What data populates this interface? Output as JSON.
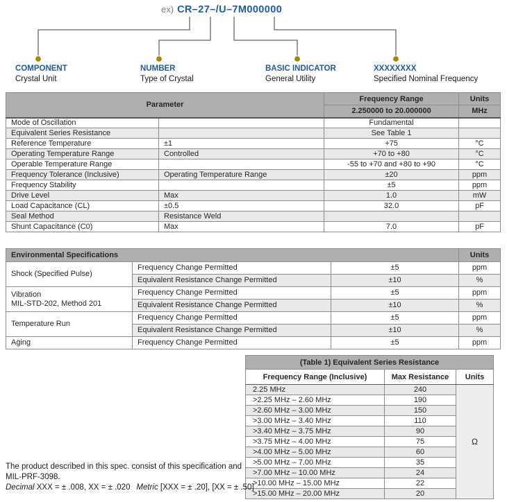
{
  "colors": {
    "accent_blue": "#1F5AA8",
    "dot_gold": "#A88600",
    "header_gray": "#AFAFAF",
    "stripe_gray": "#E9E9E9",
    "prefix_gray": "#7F7F7F"
  },
  "header_diagram": {
    "example_prefix": "ex)",
    "part_number": "CR–27–/U–7M000000",
    "labels": [
      {
        "title": "COMPONENT",
        "subtitle": "Crystal Unit"
      },
      {
        "title": "NUMBER",
        "subtitle": "Type of Crystal"
      },
      {
        "title": "BASIC INDICATOR",
        "subtitle": "General Utility"
      },
      {
        "title": "XXXXXXXX",
        "subtitle": "Specified Nominal Frequency"
      }
    ]
  },
  "parameter_table": {
    "header": {
      "parameter": "Parameter",
      "frequency_range": "Frequency Range",
      "range_value": "2.250000 to 20.000000",
      "units": "Units",
      "units_value": "MHz"
    },
    "rows": [
      {
        "name": "Mode of Oscillation",
        "condition": "",
        "value": "Fundamental",
        "unit": ""
      },
      {
        "name": "Equivalent Series Resistance",
        "condition": "",
        "value": "See Table 1",
        "unit": ""
      },
      {
        "name": "Reference Temperature",
        "condition": "±1",
        "value": "+75",
        "unit": "°C"
      },
      {
        "name": "Operating Temperature Range",
        "condition": "Controlled",
        "value": "+70 to +80",
        "unit": "°C"
      },
      {
        "name": "Operable Temperature Range",
        "condition": "",
        "value": "-55 to +70 and +80 to +90",
        "unit": "°C"
      },
      {
        "name": "Frequency Tolerance (Inclusive)",
        "condition": "Operating Temperature Range",
        "value": "±20",
        "unit": "ppm"
      },
      {
        "name": "Frequency Stability",
        "condition": "",
        "value": "±5",
        "unit": "ppm"
      },
      {
        "name": "Drive Level",
        "condition": "Max",
        "value": "1.0",
        "unit": "mW"
      },
      {
        "name": "Load Capacitance (CL)",
        "condition": "±0.5",
        "value": "32.0",
        "unit": "pF"
      },
      {
        "name": "Seal Method",
        "condition": "Resistance Weld",
        "value": "",
        "unit": ""
      },
      {
        "name": "Shunt Capacitance (C0)",
        "condition": "Max",
        "value": "7.0",
        "unit": "pF"
      }
    ]
  },
  "environmental_table": {
    "title": "Environmental Specifications",
    "units_header": "Units",
    "groups": [
      {
        "name": "Shock (Specified Pulse)",
        "name_line2": "",
        "rows": [
          {
            "description": "Frequency Change Permitted",
            "value": "±5",
            "unit": "ppm"
          },
          {
            "description": "Equivalent Resistance Change Permitted",
            "value": "±10",
            "unit": "%"
          }
        ]
      },
      {
        "name": "Vibration",
        "name_line2": "MIL-STD-202, Method 201",
        "rows": [
          {
            "description": "Frequency Change Permitted",
            "value": "±5",
            "unit": "ppm"
          },
          {
            "description": "Equivalent Resistance Change Permitted",
            "value": "±10",
            "unit": "%"
          }
        ]
      },
      {
        "name": "Temperature Run",
        "name_line2": "",
        "rows": [
          {
            "description": "Frequency Change Permitted",
            "value": "±5",
            "unit": "ppm"
          },
          {
            "description": "Equivalent Resistance Change Permitted",
            "value": "±10",
            "unit": "%"
          }
        ]
      },
      {
        "name": "Aging",
        "name_line2": "",
        "rows": [
          {
            "description": "Frequency Change Permitted",
            "value": "±5",
            "unit": "ppm"
          }
        ]
      }
    ]
  },
  "esr_table": {
    "title": "(Table 1) Equivalent Series Resistance",
    "columns": [
      "Frequency Range (Inclusive)",
      "Max Resistance",
      "Units"
    ],
    "unit_symbol": "Ω",
    "rows": [
      {
        "range": "2.25 MHz",
        "max_resistance": "240"
      },
      {
        "range": ">2.25 MHz – 2.60 MHz",
        "max_resistance": "190"
      },
      {
        "range": ">2.60 MHz – 3.00 MHz",
        "max_resistance": "150"
      },
      {
        "range": ">3.00 MHz – 3.40 MHz",
        "max_resistance": "110"
      },
      {
        "range": ">3.40 MHz – 3.75 MHz",
        "max_resistance": "90"
      },
      {
        "range": ">3.75 MHz – 4.00 MHz",
        "max_resistance": "75"
      },
      {
        "range": ">4.00 MHz – 5.00 MHz",
        "max_resistance": "60"
      },
      {
        "range": ">5.00 MHz – 7.00 MHz",
        "max_resistance": "35"
      },
      {
        "range": ">7.00 MHz – 10.00 MHz",
        "max_resistance": "24"
      },
      {
        "range": ">10.00 MHz – 15.00 MHz",
        "max_resistance": "22"
      },
      {
        "range": ">15.00 MHz – 20.00 MHz",
        "max_resistance": "20"
      }
    ]
  },
  "footnote": {
    "line1": "The product described in this spec. consist of this specification and",
    "line2": "MIL-PRF-3098.",
    "decimal_label": "Decimal",
    "decimal_text": " XXX = ± .008, XX = ± .020  ",
    "metric_label": "Metric",
    "metric_text": " [XXX = ± .20], [XX = ± .50]"
  }
}
